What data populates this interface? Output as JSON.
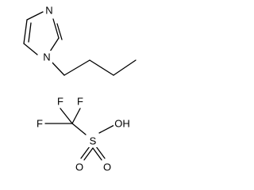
{
  "image_type": "chemical structure",
  "molecules": [
    {
      "name_shown": "",
      "atoms": {
        "n3": "N",
        "n1": "N"
      }
    },
    {
      "name_shown": "",
      "atoms": {
        "f_top_left": "F",
        "f_top_right": "F",
        "f_left": "F",
        "oh": "OH",
        "s": "S",
        "o_left": "O",
        "o_right": "O"
      }
    }
  ],
  "colors": {
    "bond": "#000000",
    "text": "#000000",
    "background": "#ffffff"
  }
}
